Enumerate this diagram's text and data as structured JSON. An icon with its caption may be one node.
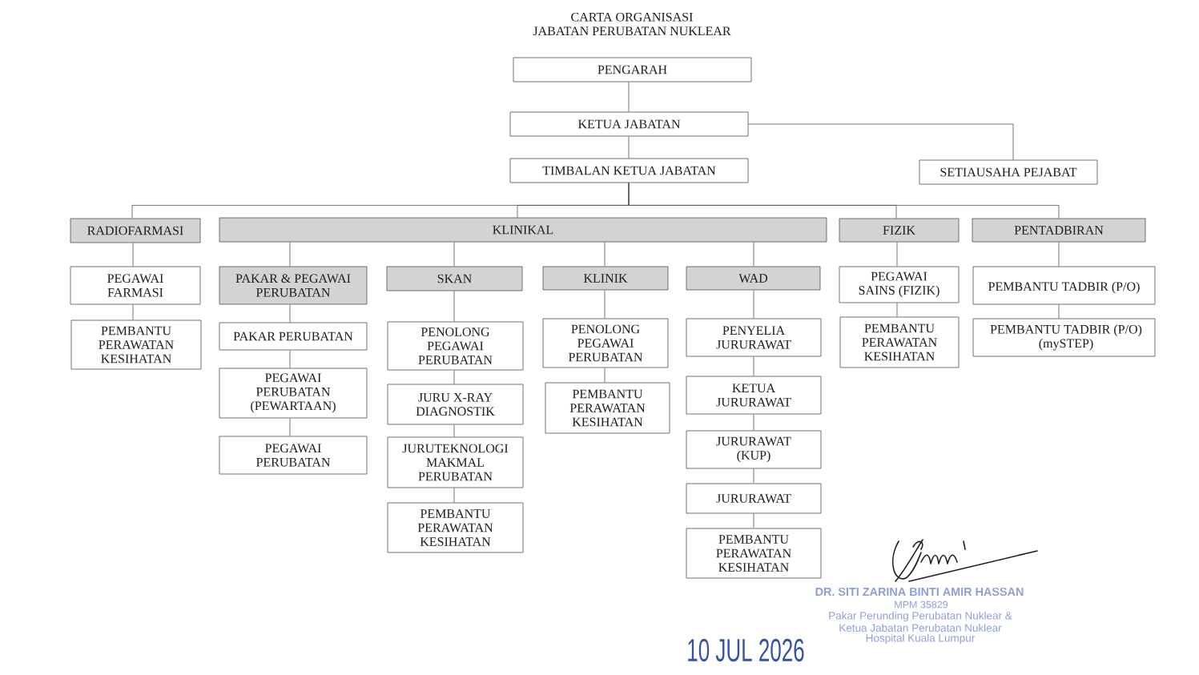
{
  "diagram": {
    "title": "CARTA ORGANISASI JABATAN PERUBATAN NUKLEAR",
    "nodes": [
      {
        "text": [
          "PENGARAH"
        ]
      },
      {
        "text": [
          "KETUA JABATAN"
        ]
      },
      {
        "text": [
          "TIMBALAN KETUA JABATAN"
        ]
      },
      {
        "text": [
          "SETIAUSAHA PEJABAT"
        ]
      },
      {
        "text": [
          "RADIOFARMASI"
        ]
      },
      {
        "text": [
          "KLINIKAL"
        ]
      },
      {
        "text": [
          "FIZIK"
        ]
      },
      {
        "text": [
          "PENTADBIRAN"
        ]
      },
      {
        "text": [
          "PEGAWAI FARMASI"
        ]
      },
      {
        "text": [
          "PAKAR & PEGAWAI PERUBATAN"
        ]
      },
      {
        "text": [
          "SKAN"
        ]
      },
      {
        "text": [
          "KLINIK"
        ]
      },
      {
        "text": [
          "WAD"
        ]
      },
      {
        "text": [
          "PEGAWAI SAINS (FIZIK)"
        ]
      },
      {
        "text": [
          "PEMBANTU TADBIR (P/O)"
        ]
      },
      {
        "text": [
          "PEMBANTU PERAWATAN KESIHATAN"
        ]
      },
      {
        "text": [
          "PAKAR PERUBATAN"
        ]
      },
      {
        "text": [
          "PENOLONG PEGAWAI PERUBATAN"
        ]
      },
      {
        "text": [
          "PENOLONG PEGAWAI PERUBATAN"
        ]
      },
      {
        "text": [
          "PENYELIA JURURAWAT"
        ]
      },
      {
        "text": [
          "PEMBANTU PERAWATAN KESIHATAN"
        ]
      },
      {
        "text": [
          "PEMBANTU TADBIR (P/O) (mySTEP)"
        ]
      },
      {
        "text": [
          "PEGAWAI PERUBATAN (PEWARTAAN)"
        ]
      },
      {
        "text": [
          "JURU X-RAY DIAGNOSTIK"
        ]
      },
      {
        "text": [
          "PEMBANTU PERAWATAN KESIHATAN"
        ]
      },
      {
        "text": [
          "KETUA JURURAWAT"
        ]
      },
      {
        "text": [
          "PEGAWAI PERUBATAN"
        ]
      },
      {
        "text": [
          "JURUTEKNOLOGI MAKMAL PERUBATAN"
        ]
      },
      {
        "text": [
          "JURURAWAT (KUP)"
        ]
      },
      {
        "text": [
          "PEMBANTU PERAWATAN KESIHATAN"
        ]
      },
      {
        "text": [
          "JURURAWAT"
        ]
      },
      {
        "text": [
          "PEMBANTU PERAWATAN KESIHATAN"
        ]
      }
    ],
    "edges": [
      {
        "from": 0,
        "to": 1,
        "arrow": "none"
      },
      {
        "from": 1,
        "to": 2,
        "arrow": "none"
      },
      {
        "from": 1,
        "to": 3,
        "arrow": "none"
      },
      {
        "from": 2,
        "to": 4,
        "arrow": "none"
      },
      {
        "from": 2,
        "to": 5,
        "arrow": "none"
      },
      {
        "from": 2,
        "to": 6,
        "arrow": "none"
      },
      {
        "from": 2,
        "to": 7,
        "arrow": "none"
      },
      {
        "from": 4,
        "to": 8,
        "arrow": "none"
      },
      {
        "from": 8,
        "to": 15,
        "arrow": "none"
      },
      {
        "from": 5,
        "to": 9,
        "arrow": "none"
      },
      {
        "from": 5,
        "to": 10,
        "arrow": "none"
      },
      {
        "from": 5,
        "to": 11,
        "arrow": "none"
      },
      {
        "from": 5,
        "to": 12,
        "arrow": "none"
      },
      {
        "from": 9,
        "to": 16,
        "arrow": "none"
      },
      {
        "from": 16,
        "to": 22,
        "arrow": "none"
      },
      {
        "from": 22,
        "to": 26,
        "arrow": "none"
      },
      {
        "from": 10,
        "to": 17,
        "arrow": "none"
      },
      {
        "from": 17,
        "to": 23,
        "arrow": "none"
      },
      {
        "from": 23,
        "to": 27,
        "arrow": "none"
      },
      {
        "from": 27,
        "to": 29,
        "arrow": "none"
      },
      {
        "from": 11,
        "to": 18,
        "arrow": "none"
      },
      {
        "from": 18,
        "to": 24,
        "arrow": "none"
      },
      {
        "from": 12,
        "to": 19,
        "arrow": "none"
      },
      {
        "from": 19,
        "to": 25,
        "arrow": "none"
      },
      {
        "from": 25,
        "to": 28,
        "arrow": "none"
      },
      {
        "from": 28,
        "to": 30,
        "arrow": "none"
      },
      {
        "from": 30,
        "to": 31,
        "arrow": "none"
      },
      {
        "from": 6,
        "to": 13,
        "arrow": "none"
      },
      {
        "from": 13,
        "to": 20,
        "arrow": "none"
      },
      {
        "from": 7,
        "to": 14,
        "arrow": "none"
      },
      {
        "from": 14,
        "to": 21,
        "arrow": "none"
      }
    ],
    "labels": [
      "DR. SITI ZARINA BINTI AMIR HASSAN",
      "MPM 35829",
      "Pakar Perunding Perubatan Nuklear &",
      "Ketua Jabatan Perubatan Nuklear",
      "Hospital Kuala Lumpur",
      "10 JUL 2026"
    ]
  }
}
